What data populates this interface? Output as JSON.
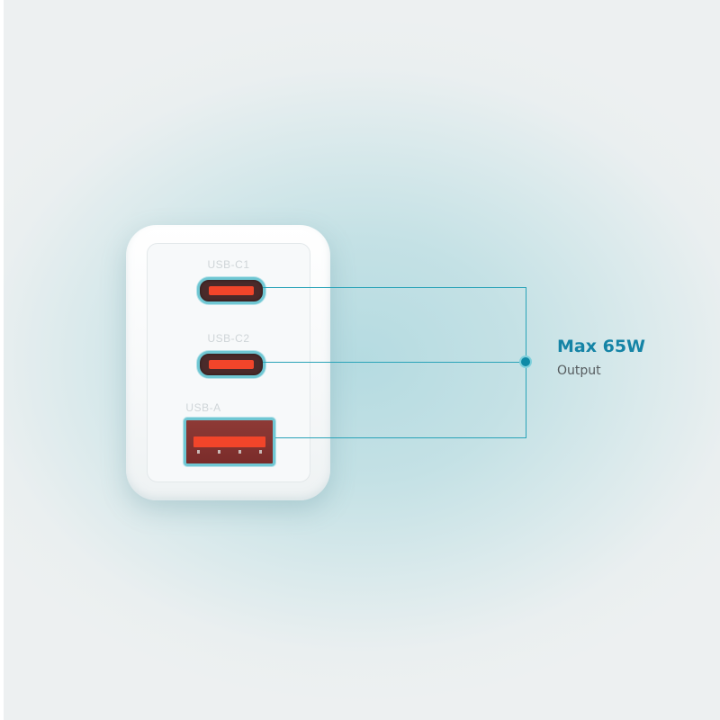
{
  "product": {
    "name": "USB wall charger (front view)",
    "ports": [
      {
        "label": "USB-C1",
        "type": "usb-c"
      },
      {
        "label": "USB-C2",
        "type": "usb-c"
      },
      {
        "label": "USB-A",
        "type": "usb-a"
      }
    ]
  },
  "callout": {
    "title": "Max 65W",
    "subtitle": "Output"
  },
  "colors": {
    "accent": "#1584a6",
    "line": "#2aa3b8",
    "port_glow": "#6fc7d3",
    "port_tongue": "#f2452a",
    "background_center": "#b5dbe1",
    "background_edge": "#edf0f1"
  }
}
